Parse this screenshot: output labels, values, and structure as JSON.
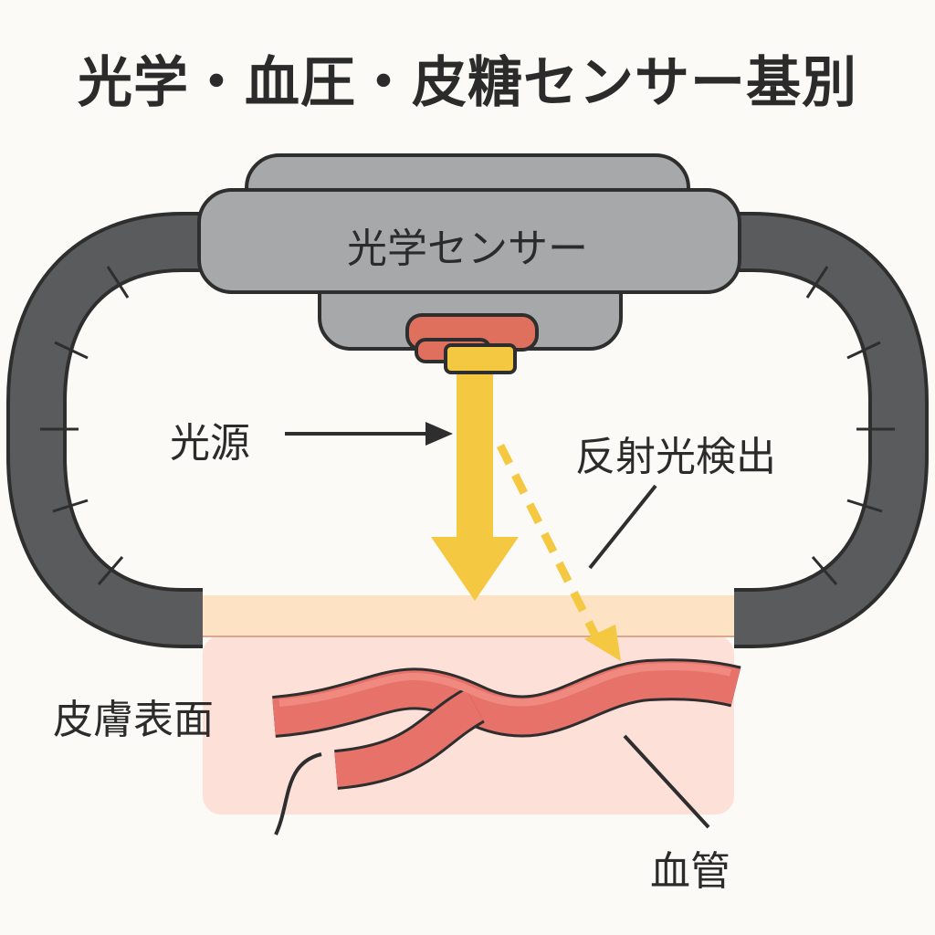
{
  "title": "光学・血圧・皮糖センサー基別",
  "sensor": {
    "label": "光学センサー"
  },
  "labels": {
    "light_source": "光源",
    "reflected_light_detection": "反射光検出",
    "skin_surface": "皮膚表面",
    "blood_vessel": "血管"
  },
  "colors": {
    "band": "#5a5b5d",
    "sensor_body": "#a7a8aa",
    "outline": "#2e2e2e",
    "led_red": "#e0705e",
    "led_yellow": "#f5c842",
    "light_beam": "#f5c842",
    "skin_top": "#fde2c4",
    "skin_tissue": "#fde0d8",
    "vessel": "#e6726a"
  }
}
